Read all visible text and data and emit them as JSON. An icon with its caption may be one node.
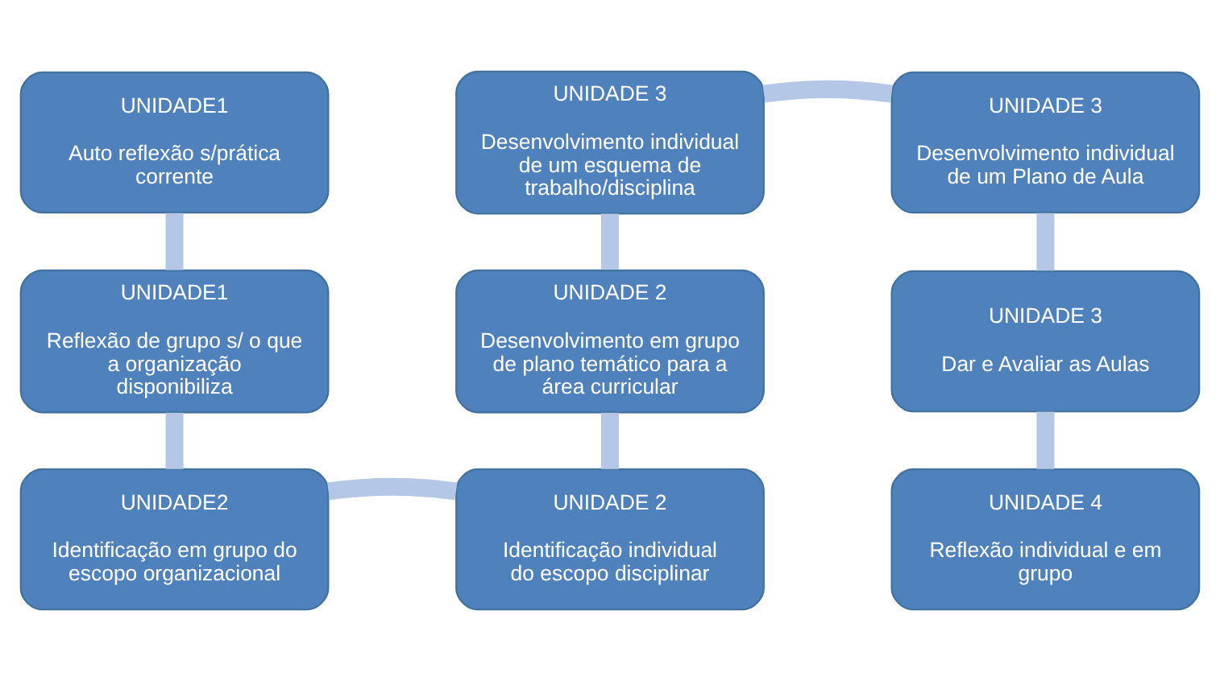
{
  "diagram": {
    "nodes": [
      {
        "text": [
          "UNIDADE1",
          "Auto reflexão s/prática corrente"
        ]
      },
      {
        "text": [
          "UNIDADE 3",
          "Desenvolvimento individual de um esquema de trabalho/disciplina"
        ]
      },
      {
        "text": [
          "UNIDADE 3",
          "Desenvolvimento individual de um Plano de Aula"
        ]
      },
      {
        "text": [
          "UNIDADE1",
          "Reflexão de grupo s/ o que a organização disponibiliza"
        ]
      },
      {
        "text": [
          "UNIDADE 2",
          "Desenvolvimento em grupo de plano temático para a área curricular"
        ]
      },
      {
        "text": [
          "UNIDADE 3",
          "Dar e Avaliar as Aulas"
        ]
      },
      {
        "text": [
          "UNIDADE2",
          "Identificação em grupo do escopo organizacional"
        ]
      },
      {
        "text": [
          "UNIDADE 2",
          "Identificação individual do escopo disciplinar"
        ]
      },
      {
        "text": [
          "UNIDADE 4",
          "Reflexão individual e em grupo"
        ]
      }
    ],
    "edges": [
      {
        "from": 0,
        "to": 3,
        "arrow": "none"
      },
      {
        "from": 3,
        "to": 6,
        "arrow": "none"
      },
      {
        "from": 6,
        "to": 7,
        "arrow": "none"
      },
      {
        "from": 7,
        "to": 4,
        "arrow": "none"
      },
      {
        "from": 4,
        "to": 1,
        "arrow": "none"
      },
      {
        "from": 1,
        "to": 2,
        "arrow": "none"
      },
      {
        "from": 2,
        "to": 5,
        "arrow": "none"
      },
      {
        "from": 5,
        "to": 8,
        "arrow": "none"
      }
    ]
  }
}
